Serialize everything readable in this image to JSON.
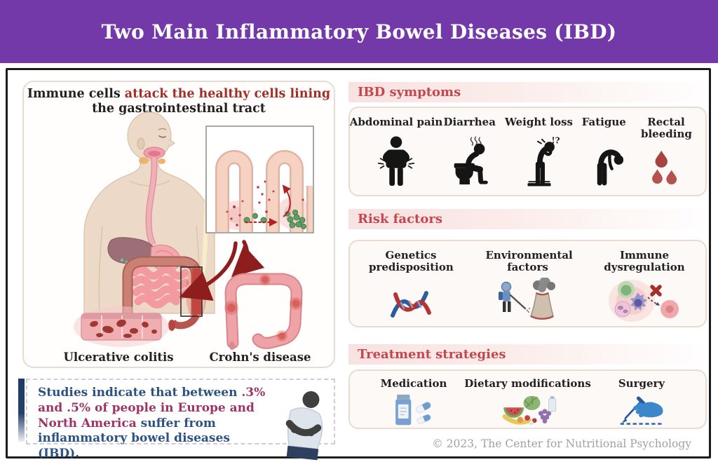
{
  "header": {
    "title": "Two Main Inflammatory Bowel Diseases (IBD)"
  },
  "left_panel": {
    "heading_part1": "Immune cells ",
    "heading_highlight": "attack the healthy cells lining",
    "heading_part2": " the gastrointestinal tract",
    "ulcerative_label": "Ulcerative colitis",
    "crohns_label": "Crohn's disease"
  },
  "stats": {
    "part1": "Studies indicate that between ",
    "part2": ".3% and .5% of people in Europe and North America ",
    "part3": "suffer from inflammatory bowel diseases (IBD).",
    "blue_color": "#2b5284",
    "magenta_color": "#9d3366"
  },
  "sections": {
    "symptoms": {
      "title": "IBD symptoms",
      "items": [
        {
          "label": "Abdominal pain",
          "icon": "abdominal-pain-icon"
        },
        {
          "label": "Diarrhea",
          "icon": "diarrhea-icon"
        },
        {
          "label": "Weight loss",
          "icon": "weight-loss-icon",
          "annotation": "!?"
        },
        {
          "label": "Fatigue",
          "icon": "fatigue-icon"
        },
        {
          "label": "Rectal bleeding",
          "icon": "rectal-bleeding-icon"
        }
      ]
    },
    "risk": {
      "title": "Risk factors",
      "items": [
        {
          "label": "Genetics predisposition",
          "icon": "dna-icon"
        },
        {
          "label": "Environmental factors",
          "icon": "pollution-icon"
        },
        {
          "label": "Immune dysregulation",
          "icon": "immune-cells-icon"
        }
      ]
    },
    "treatment": {
      "title": "Treatment strategies",
      "items": [
        {
          "label": "Medication",
          "icon": "medication-icon"
        },
        {
          "label": "Dietary modifications",
          "icon": "diet-icon"
        },
        {
          "label": "Surgery",
          "icon": "surgery-icon"
        }
      ]
    }
  },
  "footer": {
    "copyright": "© 2023,  The Center for Nutritional Psychology"
  },
  "colors": {
    "header_purple": "#7339a8",
    "section_red": "#c4474e",
    "highlight_red": "#a32e27",
    "arrow_dark_red": "#8e1d1d",
    "frame_black": "#1c1c1c"
  }
}
